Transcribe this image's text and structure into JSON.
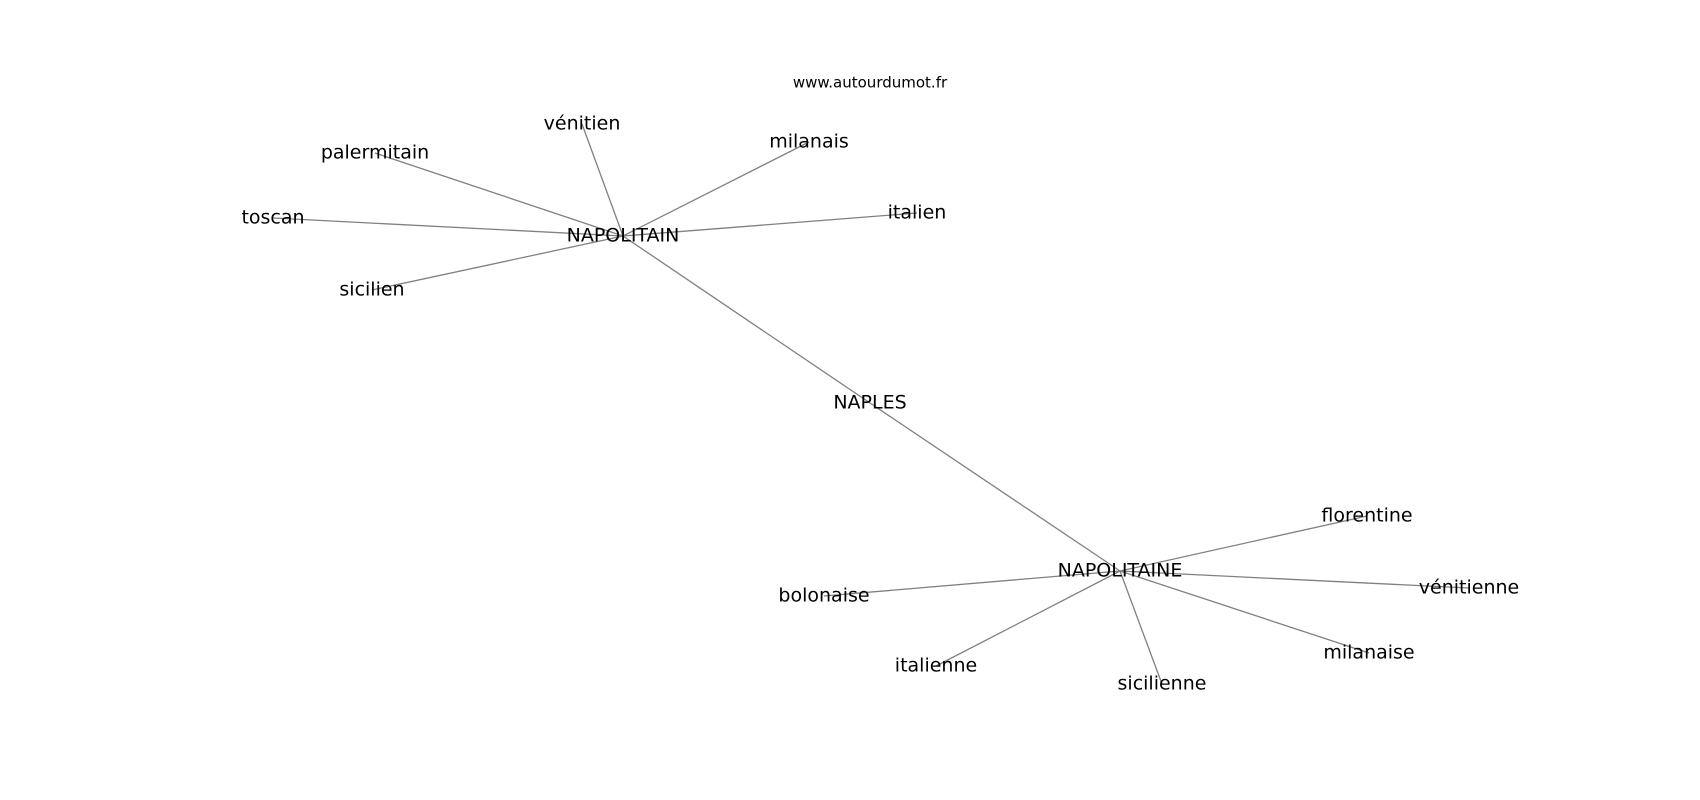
{
  "watermark": "www.autourdumot.fr",
  "colors": {
    "edge": "#808080",
    "text": "#000000",
    "background": "#ffffff"
  },
  "nodes": [
    {
      "id": "naples",
      "label": "NAPLES"
    },
    {
      "id": "napolitain",
      "label": "NAPOLITAIN"
    },
    {
      "id": "napolitaine",
      "label": "NAPOLITAINE"
    },
    {
      "id": "venitien",
      "label": "vénitien"
    },
    {
      "id": "palermitain",
      "label": "palermitain"
    },
    {
      "id": "milanais",
      "label": "milanais"
    },
    {
      "id": "toscan",
      "label": "toscan"
    },
    {
      "id": "italien",
      "label": "italien"
    },
    {
      "id": "sicilien",
      "label": "sicilien"
    },
    {
      "id": "florentine",
      "label": "florentine"
    },
    {
      "id": "bolonaise",
      "label": "bolonaise"
    },
    {
      "id": "venitienne",
      "label": "vénitienne"
    },
    {
      "id": "milanaise",
      "label": "milanaise"
    },
    {
      "id": "italienne",
      "label": "italienne"
    },
    {
      "id": "sicilienne",
      "label": "sicilienne"
    }
  ],
  "edges": [
    [
      "napolitain",
      "naples"
    ],
    [
      "naples",
      "napolitaine"
    ],
    [
      "napolitain",
      "venitien"
    ],
    [
      "napolitain",
      "palermitain"
    ],
    [
      "napolitain",
      "milanais"
    ],
    [
      "napolitain",
      "toscan"
    ],
    [
      "napolitain",
      "italien"
    ],
    [
      "napolitain",
      "sicilien"
    ],
    [
      "napolitaine",
      "florentine"
    ],
    [
      "napolitaine",
      "bolonaise"
    ],
    [
      "napolitaine",
      "venitienne"
    ],
    [
      "napolitaine",
      "milanaise"
    ],
    [
      "napolitaine",
      "italienne"
    ],
    [
      "napolitaine",
      "sicilienne"
    ]
  ]
}
